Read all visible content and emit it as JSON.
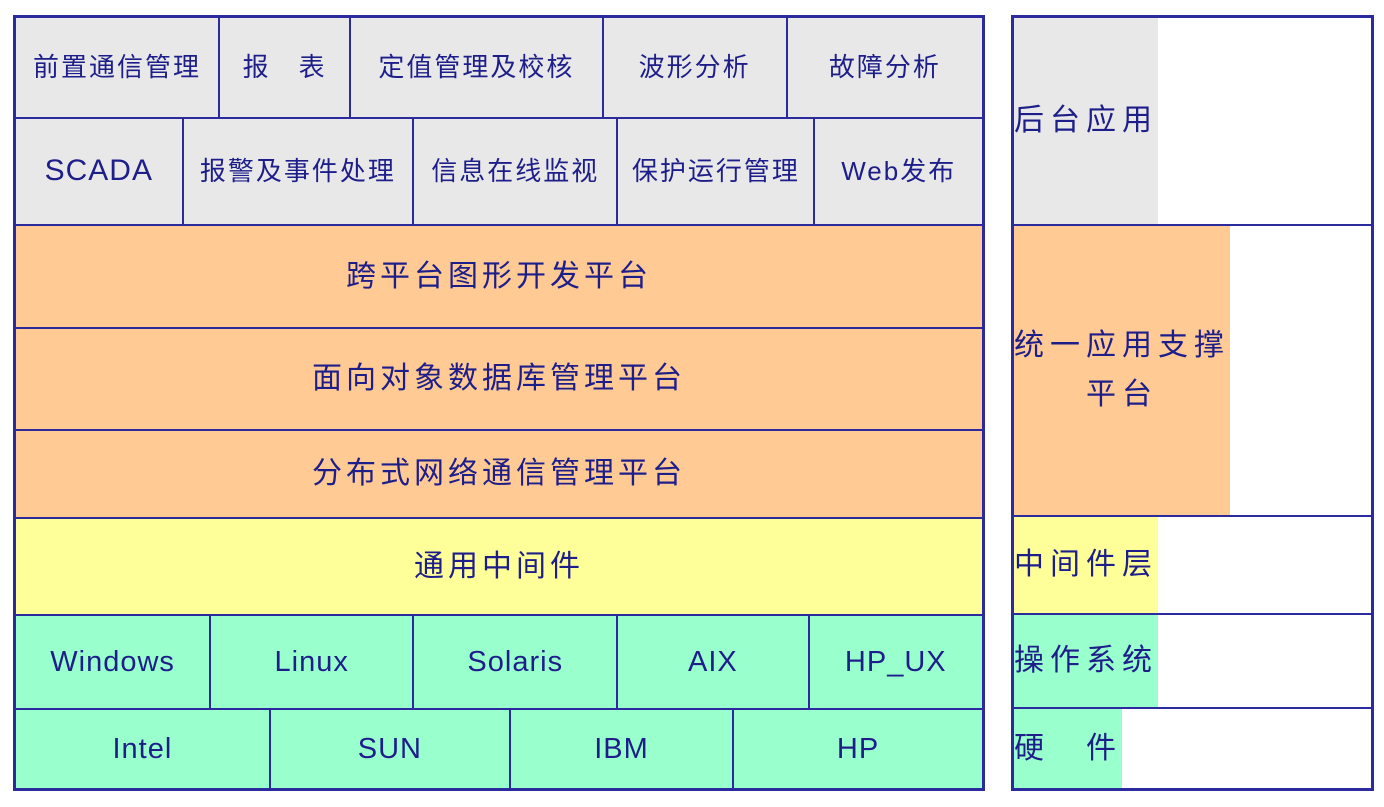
{
  "diagram_title": "software-platform-architecture-stack",
  "colors": {
    "app_gray": "#e8e8e8",
    "platform_orange": "#ffca94",
    "middleware_yellow": "#ffff99",
    "os_green": "#99ffcc",
    "line_navy": "#2b2b9e",
    "text_navy": "#1e1e8a",
    "page_bg": "#ffffff"
  },
  "left": {
    "app_row1": [
      "前置通信管理",
      "报　表",
      "定值管理及校核",
      "波形分析",
      "故障分析"
    ],
    "app_row2": [
      "SCADA",
      "报警及事件处理",
      "信息在线监视",
      "保护运行管理",
      "Web发布"
    ],
    "platform_rows": [
      "跨平台图形开发平台",
      "面向对象数据库管理平台",
      "分布式网络通信管理平台"
    ],
    "middleware_row": "通用中间件",
    "os_row": [
      "Windows",
      "Linux",
      "Solaris",
      "AIX",
      "HP_UX"
    ],
    "hardware_row": [
      "Intel",
      "SUN",
      "IBM",
      "HP"
    ]
  },
  "right": {
    "backend_app": "后台应用",
    "unified_platform_line1": "统一应用支撑",
    "unified_platform_line2": "平台",
    "middleware_layer": "中间件层",
    "os_layer": "操作系统",
    "hardware_layer": "硬　件"
  }
}
